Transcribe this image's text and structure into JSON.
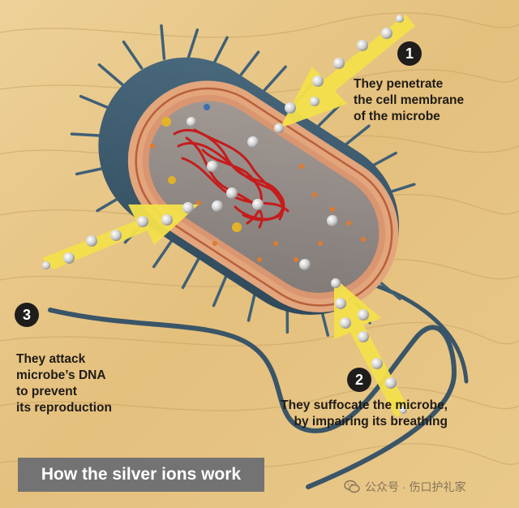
{
  "title": "How the silver ions work",
  "steps": [
    {
      "number": "1",
      "text": "They penetrate\nthe cell membrane\nof the microbe"
    },
    {
      "number": "2",
      "text": "They suffocate the microbe,\nby impairing its breathing"
    },
    {
      "number": "3",
      "text": "They attack\nmicrobe’s DNA\nto prevent\nits reproduction"
    }
  ],
  "watermark": {
    "text": "公众号 · 伤口护礼家",
    "icon": "wechat-icon"
  },
  "colors": {
    "wood": "#e6c585",
    "bacterium_skin": "#3c5a6e",
    "membrane": "#e0a37a",
    "cytoplasm": "#8f8886",
    "dna": "#c81e1e",
    "arrow": "#f3e04a",
    "silver_ion": "#d7d7d7",
    "badge": "#1f1d1c",
    "title_box": "#737373"
  }
}
